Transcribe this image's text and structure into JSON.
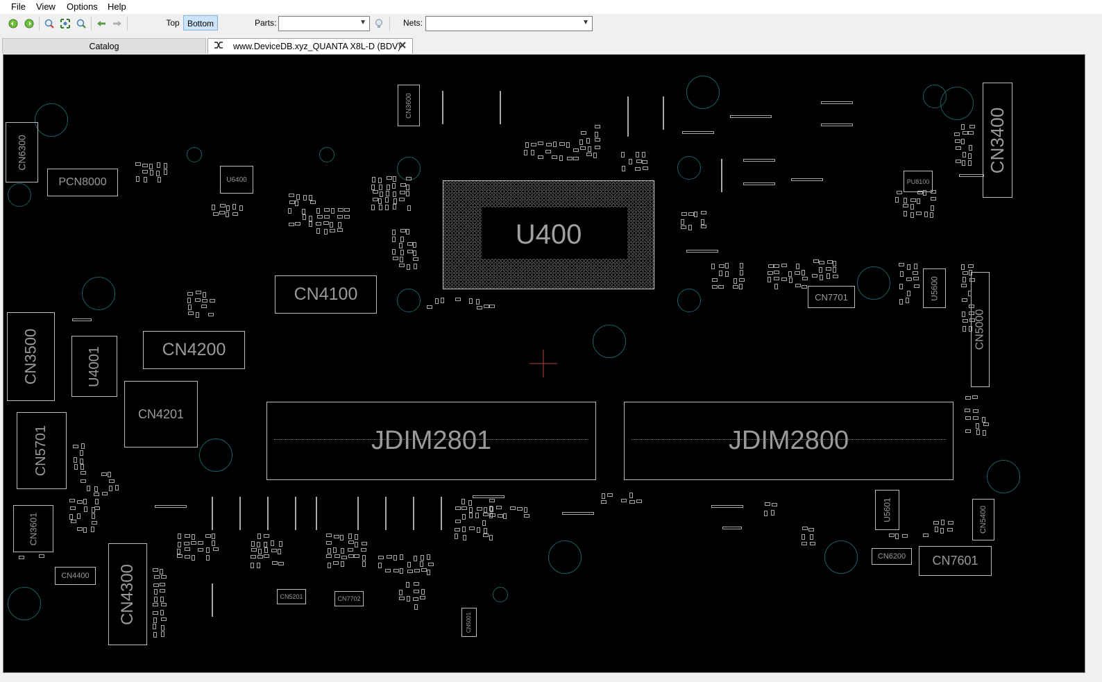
{
  "menu": [
    "File",
    "View",
    "Options",
    "Help"
  ],
  "toolbar": {
    "top_label": "Top",
    "bottom_label": "Bottom",
    "parts_label": "Parts:",
    "parts_value": "",
    "nets_label": "Nets:",
    "nets_value": ""
  },
  "tabs": {
    "catalog": "Catalog",
    "document": "www.DeviceDB.xyz_QUANTA X8L-D (BDV)"
  },
  "board": {
    "components": {
      "u400": "U400",
      "jdim2801": "JDIM2801",
      "jdim2800": "JDIM2800",
      "cn4100": "CN4100",
      "cn4200": "CN4200",
      "cn4201": "CN4201",
      "cn3500": "CN3500",
      "u4001": "U4001",
      "cn5701": "CN5701",
      "cn3601": "CN3601",
      "cn4400": "CN4400",
      "cn4300": "CN4300",
      "pcn8000": "PCN8000",
      "cn6300": "CN6300",
      "u6400": "U6400",
      "cn3600": "CN3600",
      "cn3400": "CN3400",
      "cn5000": "CN5000",
      "u5600": "U5600",
      "cn7701": "CN7701",
      "pu8100": "PU8100",
      "cn7601": "CN7601",
      "cn6200": "CN6200",
      "cn5400": "CN5400",
      "u5601": "U5601",
      "cn5201": "CN5201",
      "cn7702": "CN7702",
      "cn5001": "CN5001"
    }
  },
  "colors": {
    "canvas_bg": "#000000",
    "outline": "#bdbdbd",
    "label": "#9a9a9a",
    "mount_hole": "#1f5f62",
    "cursor": "#b04040",
    "active_toggle": "#cde4f7"
  },
  "icons": [
    "refresh-icon",
    "refresh-alt-icon",
    "zoom-in-icon",
    "zoom-fit-icon",
    "zoom-out-icon",
    "back-arrow-icon",
    "forward-arrow-icon",
    "lightbulb-icon",
    "tab-close-icon",
    "shuffle-icon"
  ]
}
